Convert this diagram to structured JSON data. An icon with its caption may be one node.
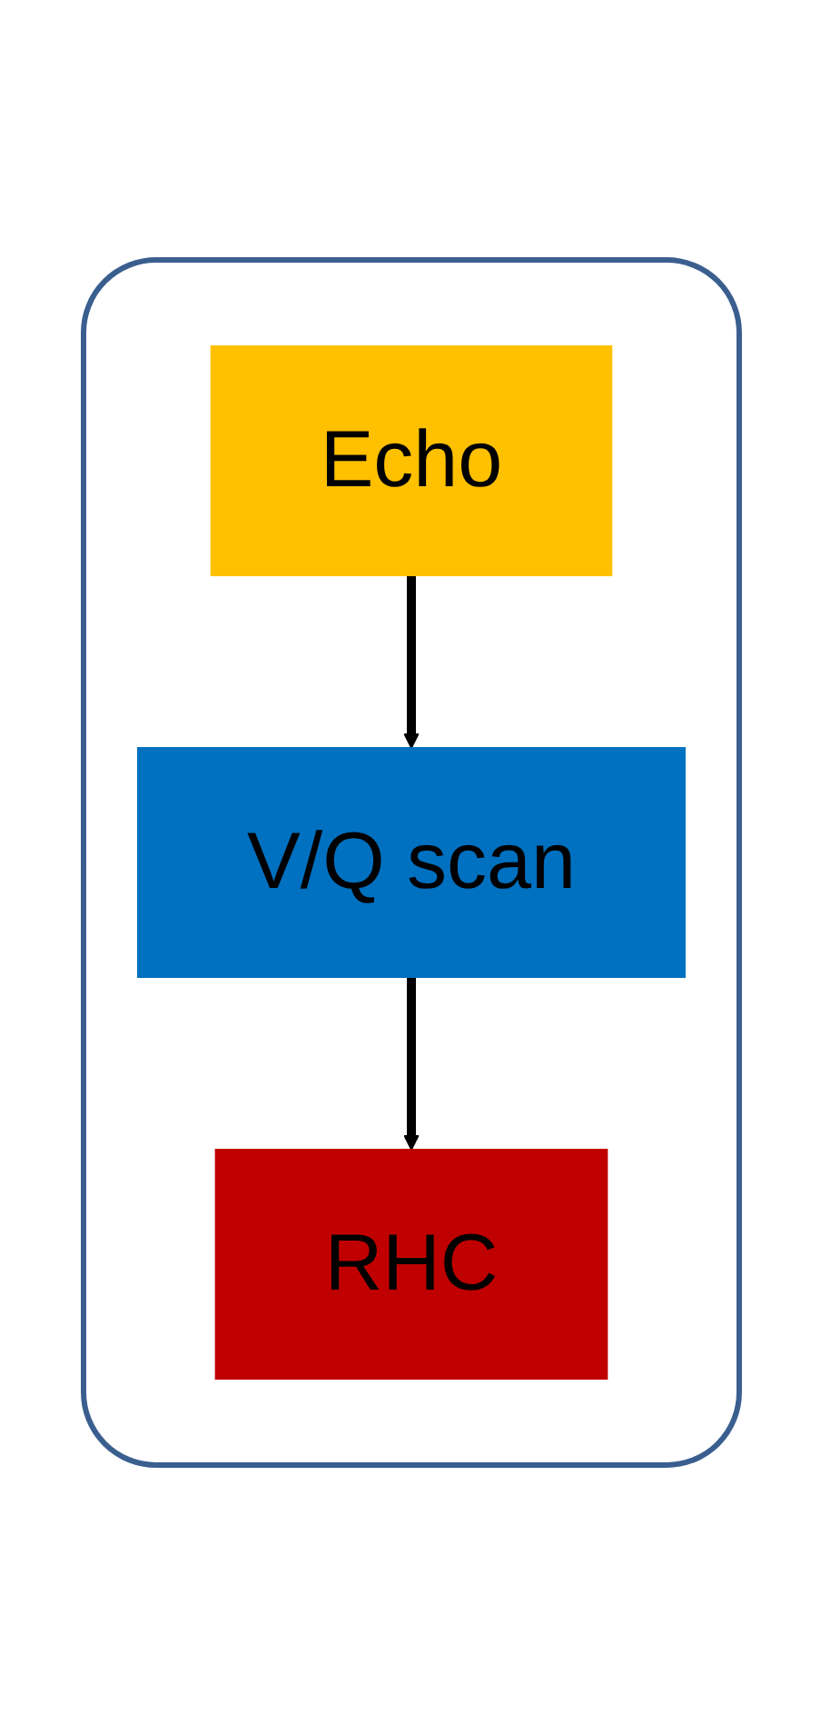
{
  "diagram": {
    "nodes": [
      {
        "text": [],
        "shape": "box"
      },
      {
        "text": [
          "Echo"
        ],
        "in": 0
      },
      {
        "text": [
          "V/Q scan"
        ],
        "in": 0
      },
      {
        "text": [
          "RHC"
        ],
        "in": 0
      }
    ],
    "edges": [
      {
        "from": 1,
        "to": 2,
        "arrow": "to"
      },
      {
        "from": 2,
        "to": 3,
        "arrow": "to"
      }
    ]
  }
}
